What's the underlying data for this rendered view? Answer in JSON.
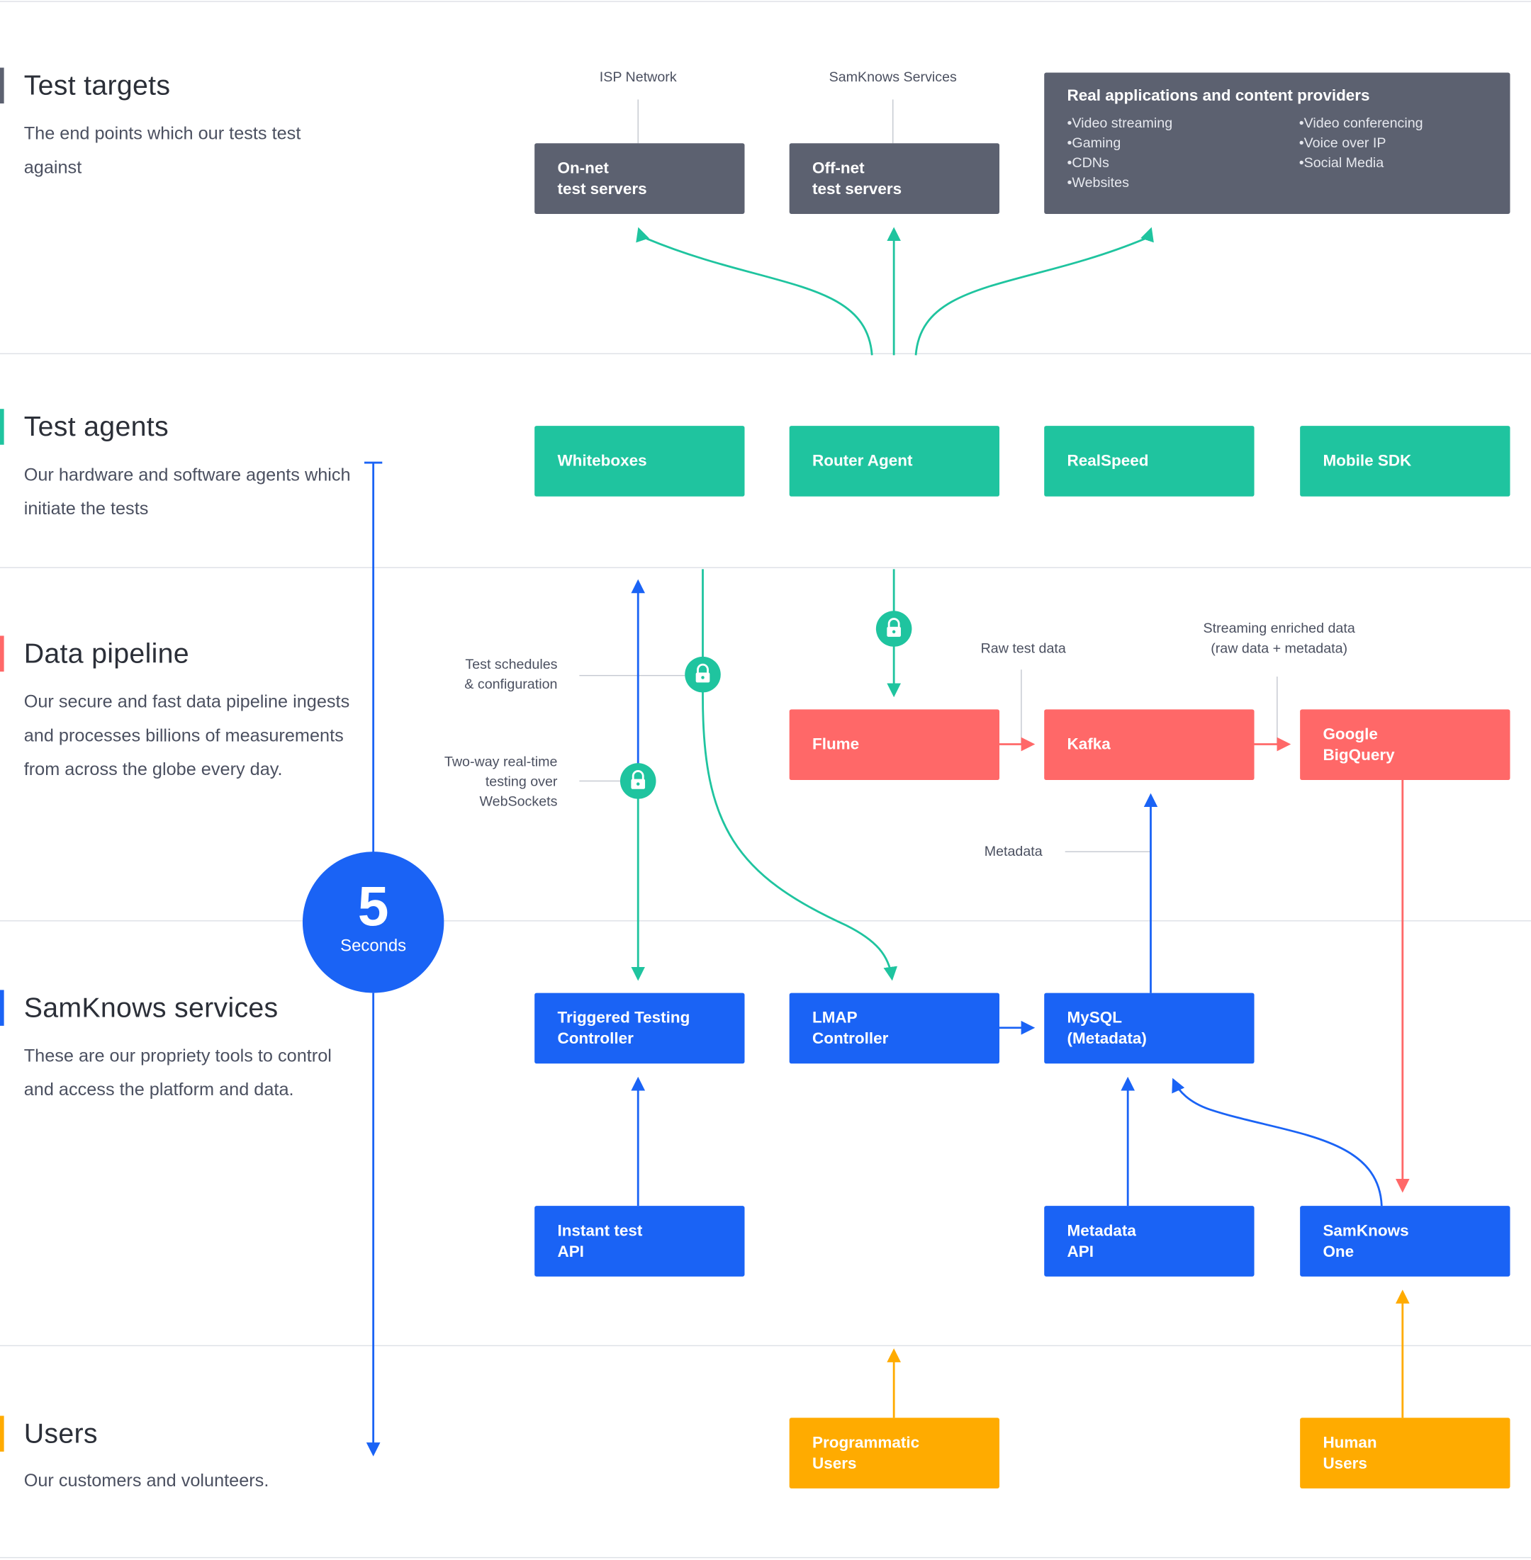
{
  "sections": [
    {
      "title": "Test targets",
      "description": "The end points which our tests test against",
      "color": "#5c6170"
    },
    {
      "title": "Test agents",
      "description": "Our hardware and software agents which initiate the tests",
      "color": "#1fc49f"
    },
    {
      "title": "Data pipeline",
      "description": "Our secure and fast data pipeline ingests and processes billions of measurements from across the globe every day.",
      "color": "#ff6868"
    },
    {
      "title": "SamKnows services",
      "description": "These are our propriety tools to control and access the platform and data.",
      "color": "#1a63f5"
    },
    {
      "title": "Users",
      "description": "Our customers and volunteers.",
      "color": "#ffab00"
    }
  ],
  "targets": {
    "isp_label": "ISP Network",
    "samknows_label": "SamKnows Services",
    "on_net": "On-net\ntest servers",
    "off_net": "Off-net\ntest servers",
    "real_apps": {
      "title": "Real applications and content providers",
      "col1": [
        "Video streaming",
        "Gaming",
        "CDNs",
        "Websites"
      ],
      "col2": [
        "Video conferencing",
        "Voice over IP",
        "Social Media"
      ]
    }
  },
  "agents": [
    "Whiteboxes",
    "Router Agent",
    "RealSpeed",
    "Mobile SDK"
  ],
  "pipeline": {
    "flume": "Flume",
    "kafka": "Kafka",
    "bigquery": "Google\nBigQuery",
    "note_schedules": "Test schedules\n& configuration",
    "note_websockets": "Two-way real-time\ntesting over\nWebSockets",
    "note_raw": "Raw test data",
    "note_streaming": "Streaming enriched data\n(raw data + metadata)",
    "note_metadata": "Metadata"
  },
  "services": {
    "triggered": "Triggered Testing\nController",
    "lmap": "LMAP\nController",
    "mysql": "MySQL\n(Metadata)",
    "instant_api": "Instant test\nAPI",
    "metadata_api": "Metadata\nAPI",
    "samknows_one": "SamKnows\nOne"
  },
  "users": {
    "programmatic": "Programmatic\nUsers",
    "human": "Human\nUsers"
  },
  "timer": {
    "value": "5",
    "unit": "Seconds"
  },
  "colors": {
    "target": "#5c6170",
    "agent": "#1fc49f",
    "pipeline": "#ff6868",
    "service": "#1a63f5",
    "user": "#ffab00",
    "divider": "#dde0e6"
  }
}
